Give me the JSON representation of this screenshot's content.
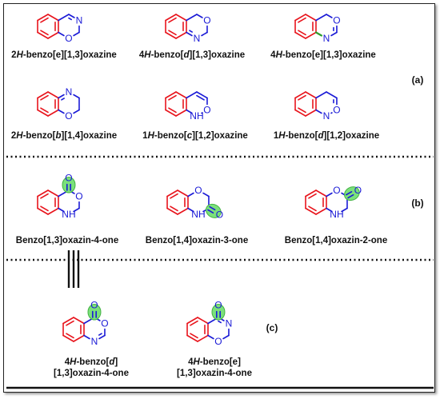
{
  "section_labels": {
    "a": "(a)",
    "b": "(b)",
    "c": "(c)"
  },
  "compounds": [
    {
      "name": "2H-benzo[e][1,3]oxazine",
      "parts": [
        [
          "2",
          ""
        ],
        [
          "H",
          "i"
        ],
        [
          "-benzo[e][1,3]oxazine",
          ""
        ]
      ]
    },
    {
      "name": "4H-benzo[d][1,3]oxazine",
      "parts": [
        [
          "4",
          ""
        ],
        [
          "H",
          "i"
        ],
        [
          "-benzo[",
          ""
        ],
        [
          "d",
          "i"
        ],
        [
          "][1,3]oxazine",
          ""
        ]
      ]
    },
    {
      "name": "4H-benzo[e][1,3]oxazine",
      "parts": [
        [
          "4",
          ""
        ],
        [
          "H",
          "i"
        ],
        [
          "-benzo[e][1,3]oxazine",
          ""
        ]
      ]
    },
    {
      "name": "2H-benzo[b][1,4]oxazine",
      "parts": [
        [
          "2",
          ""
        ],
        [
          "H",
          "i"
        ],
        [
          "-benzo[",
          ""
        ],
        [
          "b",
          "i"
        ],
        [
          "][1,4]oxazine",
          ""
        ]
      ]
    },
    {
      "name": "1H-benzo[c][1,2]oxazine",
      "parts": [
        [
          "1",
          ""
        ],
        [
          "H",
          "i"
        ],
        [
          "-benzo[",
          ""
        ],
        [
          "c",
          "i"
        ],
        [
          "][1,2]oxazine",
          ""
        ]
      ]
    },
    {
      "name": "1H-benzo[d][1,2]oxazine",
      "parts": [
        [
          "1",
          ""
        ],
        [
          "H",
          "i"
        ],
        [
          "-benzo[",
          ""
        ],
        [
          "d",
          "i"
        ],
        [
          "][1,2]oxazine",
          ""
        ]
      ]
    },
    {
      "name": "Benzo[1,3]oxazin-4-one",
      "parts": [
        [
          "Benzo[1,3]oxazin-4-one",
          ""
        ]
      ]
    },
    {
      "name": "Benzo[1,4]oxazin-3-one",
      "parts": [
        [
          "Benzo[1,4]oxazin-3-one",
          ""
        ]
      ]
    },
    {
      "name": "Benzo[1,4]oxazin-2-one",
      "parts": [
        [
          "Benzo[1,4]oxazin-2-one",
          ""
        ]
      ]
    },
    {
      "name": "4H-benzo[d] [1,3]oxazin-4-one",
      "line1": [
        [
          "4",
          ""
        ],
        [
          "H",
          "i"
        ],
        [
          "-benzo[",
          ""
        ],
        [
          "d",
          "i"
        ],
        [
          "]",
          ""
        ]
      ],
      "line2": [
        [
          "[1,3]oxazin-4-one",
          ""
        ]
      ]
    },
    {
      "name": "4H-benzo[e] [1,3]oxazin-4-one",
      "line1": [
        [
          "4",
          ""
        ],
        [
          "H",
          "i"
        ],
        [
          "-benzo[e]",
          ""
        ]
      ],
      "line2": [
        [
          "[1,3]oxazin-4-one",
          ""
        ]
      ]
    }
  ],
  "atoms": {
    "N": "N",
    "O": "O",
    "NH": "NH",
    "carbonyl_O": "O"
  },
  "colors": {
    "benzene": "#e8141c",
    "heteroring": "#1a1ad6",
    "highlight": "#7be07b",
    "text": "#111111"
  }
}
